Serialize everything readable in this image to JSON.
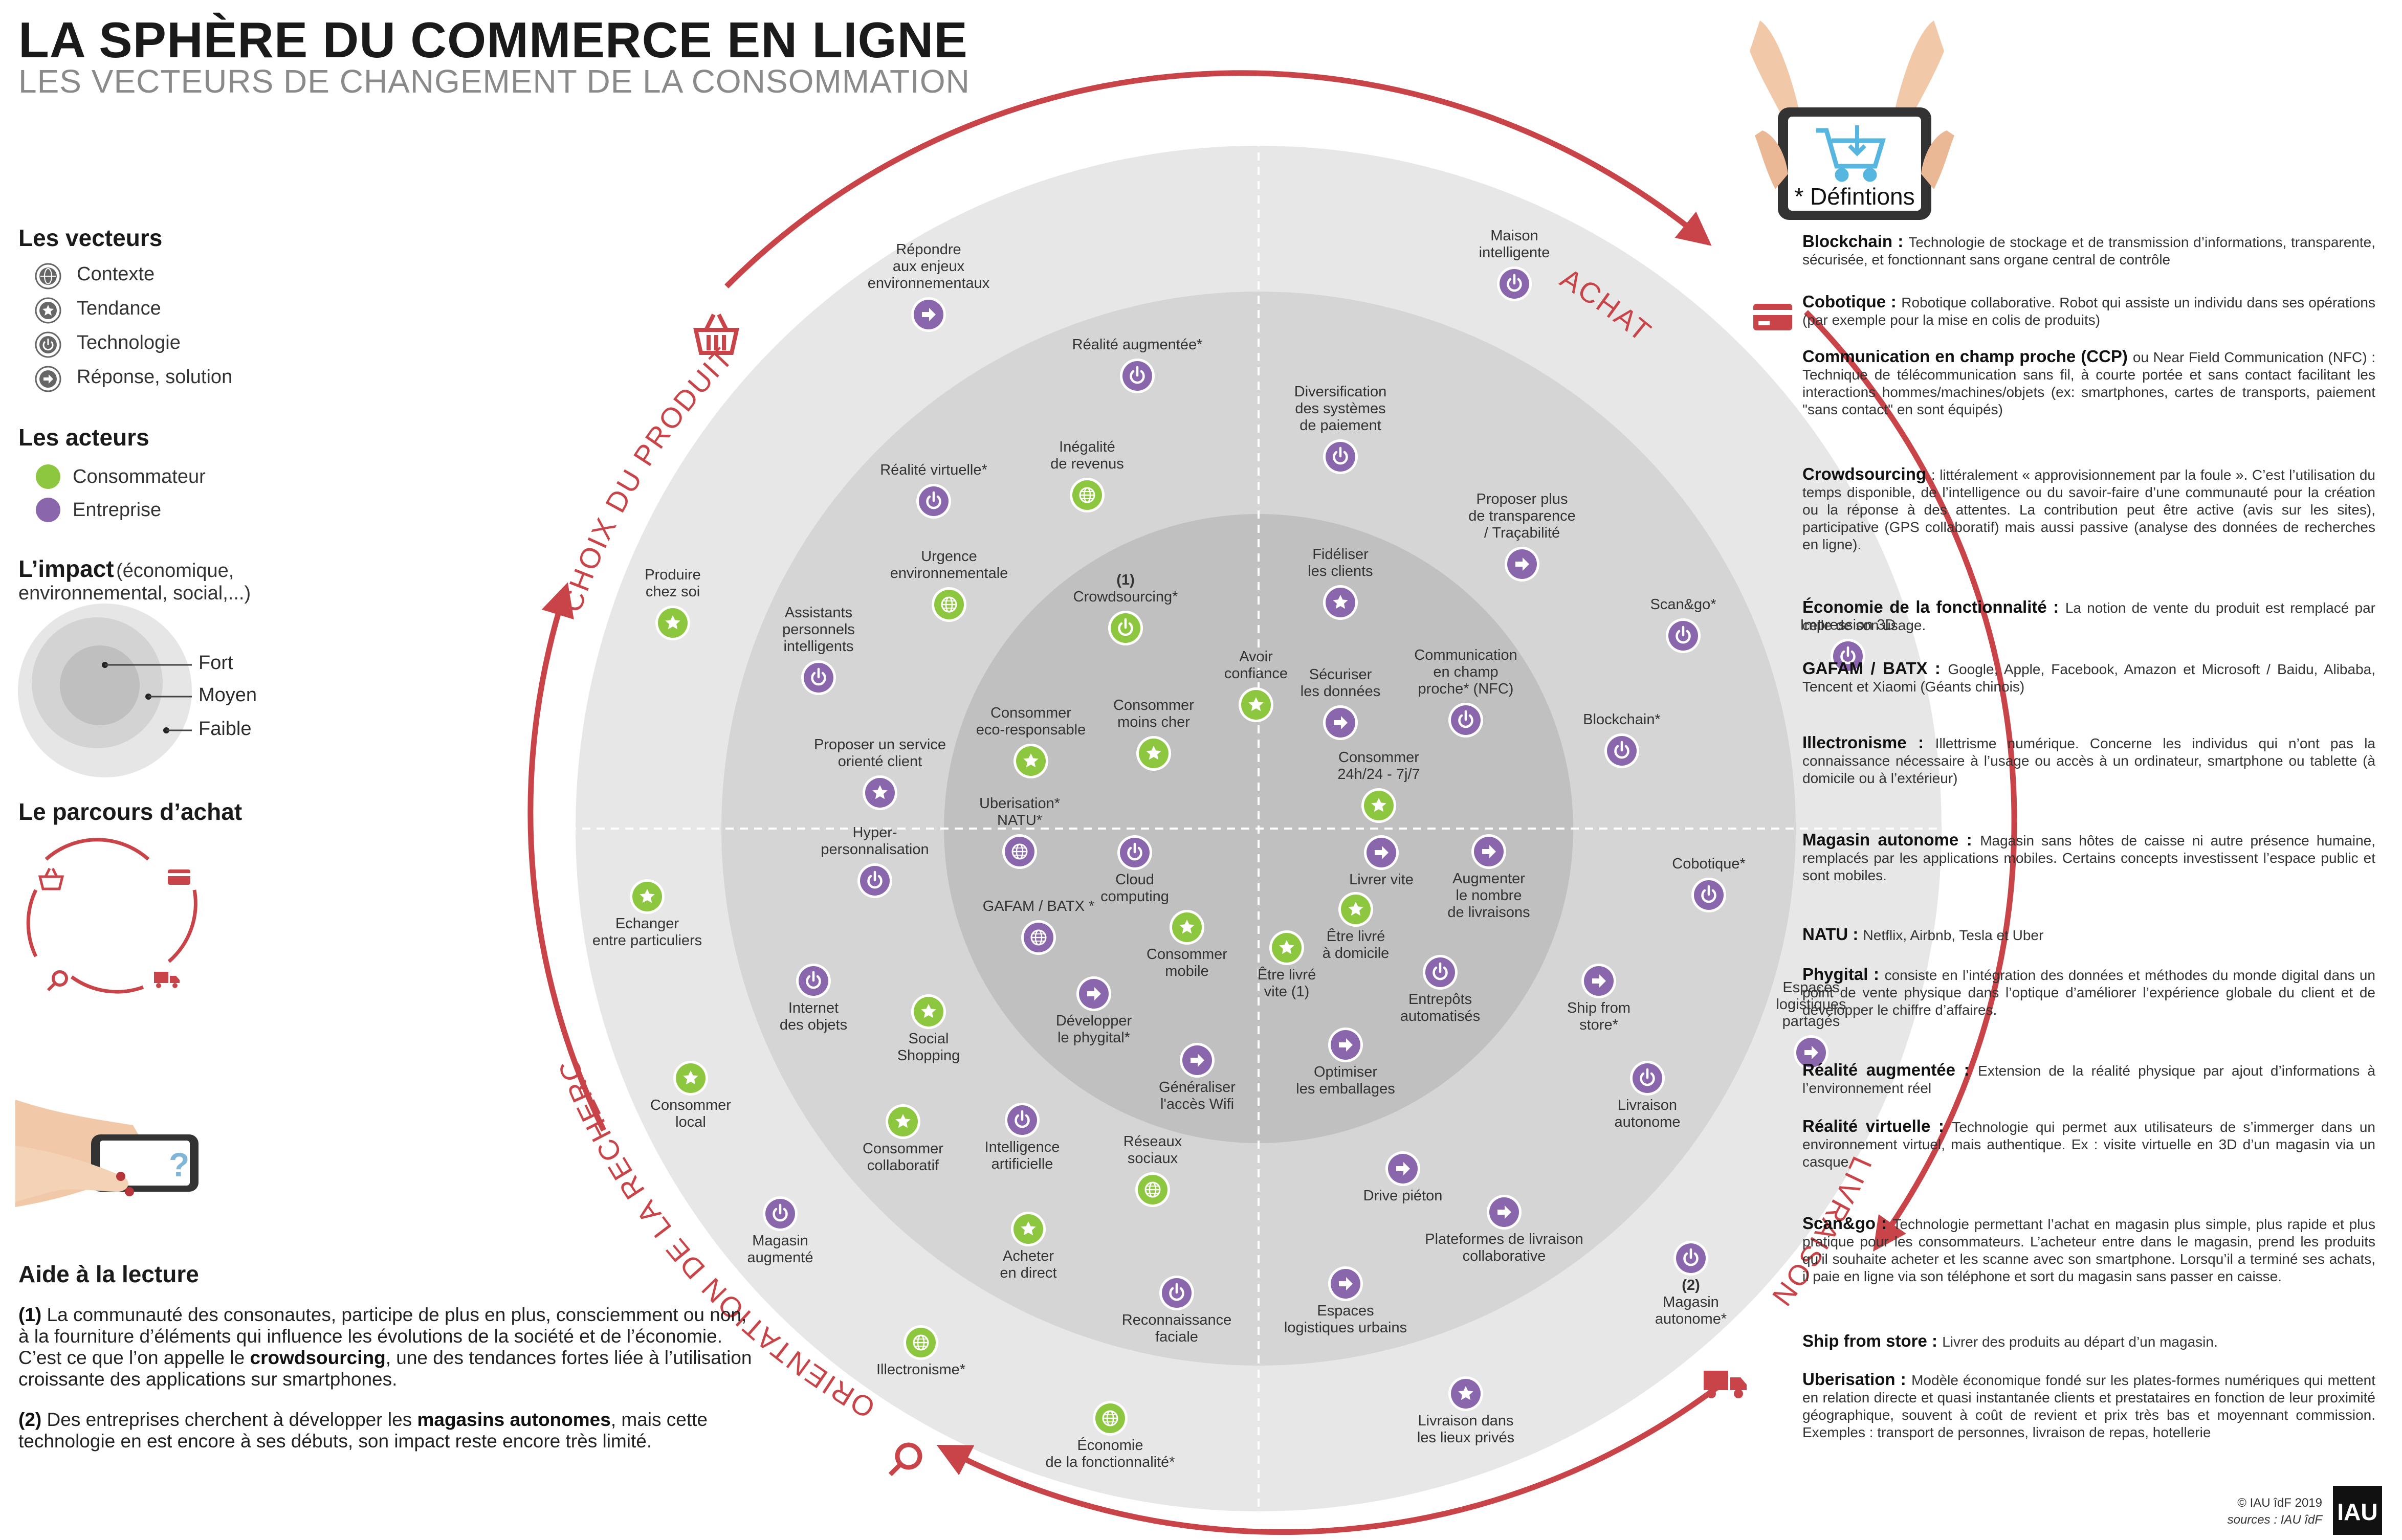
{
  "title": "LA SPHÈRE DU COMMERCE EN LIGNE",
  "subtitle": "LES VECTEURS DE CHANGEMENT DE LA CONSOMMATION",
  "legend": {
    "vecteurs_title": "Les vecteurs",
    "vecteurs": [
      {
        "label": "Contexte",
        "icon": "globe-icon"
      },
      {
        "label": "Tendance",
        "icon": "star-icon"
      },
      {
        "label": "Technologie",
        "icon": "power-icon"
      },
      {
        "label": "Réponse, solution",
        "icon": "arrow-right-icon"
      }
    ],
    "acteurs_title": "Les acteurs",
    "acteurs": [
      {
        "label": "Consommateur",
        "color": "#8dc63f"
      },
      {
        "label": "Entreprise",
        "color": "#8a67ad"
      }
    ],
    "impact_title": "L’impact",
    "impact_subtitle": "(économique, environnemental, social,...)",
    "impact_levels": [
      "Fort",
      "Moyen",
      "Faible"
    ],
    "parcours_title": "Le parcours d’achat"
  },
  "aide": {
    "title": "Aide à la lecture",
    "p1_marker": "(1)",
    "p1_a": "La communauté des consonautes, participe de plus en plus, consciemment ou non, à la fourniture d’éléments qui influence les évolutions de la société et de l’économie. C’est ce que l’on appelle le",
    "p1_bold": "crowdsourcing",
    "p1_b": ", une des tendances fortes liée à l’utilisation croissante des applications sur smartphones.",
    "p2_marker": "(2)",
    "p2_a": "Des entreprises cherchent à développer les",
    "p2_bold": "magasins autonomes",
    "p2_b": ", mais cette technologie en est encore à ses débuts, son impact reste encore très limité."
  },
  "stages": [
    "ACHAT",
    "LIVRAISON",
    "ORIENTATION DE LA RECHERCHE",
    "CHOIX DU PRODUIT"
  ],
  "colors": {
    "consumer": "#8dc63f",
    "company": "#8a67ad",
    "accent": "#c0392b",
    "ring_outer": "#e6e6e6",
    "ring_mid": "#d4d4d4",
    "ring_inner": "#bfbfbf"
  },
  "items": [
    {
      "label": "Répondre|aux enjeux|environnementaux",
      "actor": "company",
      "icon": "arrow"
    },
    {
      "label": "Maison|intelligente",
      "actor": "company",
      "icon": "power"
    },
    {
      "label": "Réalité augmentée*",
      "actor": "company",
      "icon": "power"
    },
    {
      "label": "Diversification|des systèmes|de paiement",
      "actor": "company",
      "icon": "power"
    },
    {
      "label": "Réalité virtuelle*",
      "actor": "company",
      "icon": "power"
    },
    {
      "label": "Inégalité|de revenus",
      "actor": "consumer",
      "icon": "globe"
    },
    {
      "label": "Proposer plus|de transparence|/ Traçabilité",
      "actor": "company",
      "icon": "arrow"
    },
    {
      "label": "Produire|chez soi",
      "actor": "consumer",
      "icon": "star"
    },
    {
      "label": "Urgence|environnementale",
      "actor": "consumer",
      "icon": "globe"
    },
    {
      "label": "(1)|Crowdsourcing*",
      "actor": "consumer",
      "icon": "power"
    },
    {
      "label": "Fidéliser|les clients",
      "actor": "company",
      "icon": "star"
    },
    {
      "label": "Scan&go*",
      "actor": "company",
      "icon": "power"
    },
    {
      "label": "Impression 3D",
      "actor": "company",
      "icon": "power"
    },
    {
      "label": "Assistants|personnels|intelligents",
      "actor": "company",
      "icon": "power"
    },
    {
      "label": "Avoir|confiance",
      "actor": "consumer",
      "icon": "star"
    },
    {
      "label": "Sécuriser|les données",
      "actor": "company",
      "icon": "arrow"
    },
    {
      "label": "Communication|en champ|proche* (NFC)",
      "actor": "company",
      "icon": "power"
    },
    {
      "label": "Consommer|eco-responsable",
      "actor": "consumer",
      "icon": "star"
    },
    {
      "label": "Consommer|moins cher",
      "actor": "consumer",
      "icon": "star"
    },
    {
      "label": "Blockchain*",
      "actor": "company",
      "icon": "power"
    },
    {
      "label": "Proposer un service|orienté client",
      "actor": "company",
      "icon": "star"
    },
    {
      "label": "Consommer|24h/24 - 7j/7",
      "actor": "consumer",
      "icon": "star"
    },
    {
      "label": "Uberisation*|NATU*",
      "actor": "company",
      "icon": "globe"
    },
    {
      "label": "Cloud|computing",
      "actor": "company",
      "icon": "power"
    },
    {
      "label": "Livrer vite",
      "actor": "company",
      "icon": "arrow"
    },
    {
      "label": "Augmenter|le nombre|de livraisons",
      "actor": "company",
      "icon": "arrow"
    },
    {
      "label": "Hyper-|personnalisation",
      "actor": "company",
      "icon": "power"
    },
    {
      "label": "Echanger|entre particuliers",
      "actor": "consumer",
      "icon": "star"
    },
    {
      "label": "Cobotique*",
      "actor": "company",
      "icon": "power"
    },
    {
      "label": "GAFAM / BATX *",
      "actor": "company",
      "icon": "globe"
    },
    {
      "label": "Consommer|mobile",
      "actor": "consumer",
      "icon": "star"
    },
    {
      "label": "Être livré|à domicile",
      "actor": "consumer",
      "icon": "star"
    },
    {
      "label": "Être livré|vite (1)",
      "actor": "consumer",
      "icon": "star"
    },
    {
      "label": "Entrepôts|automatisés",
      "actor": "company",
      "icon": "power"
    },
    {
      "label": "Internet|des objets",
      "actor": "company",
      "icon": "power"
    },
    {
      "label": "Social|Shopping",
      "actor": "consumer",
      "icon": "star"
    },
    {
      "label": "Développer|le phygital*",
      "actor": "company",
      "icon": "arrow"
    },
    {
      "label": "Ship from|store*",
      "actor": "company",
      "icon": "arrow"
    },
    {
      "label": "Consommer|local",
      "actor": "consumer",
      "icon": "star"
    },
    {
      "label": "Généraliser|l'accès Wifi",
      "actor": "company",
      "icon": "arrow"
    },
    {
      "label": "Optimiser|les emballages",
      "actor": "company",
      "icon": "arrow"
    },
    {
      "label": "Livraison|autonome",
      "actor": "company",
      "icon": "power"
    },
    {
      "label": "Espaces|logistiques|partagés",
      "actor": "company",
      "icon": "arrow"
    },
    {
      "label": "Consommer|collaboratif",
      "actor": "consumer",
      "icon": "star"
    },
    {
      "label": "Intelligence|artificielle",
      "actor": "company",
      "icon": "power"
    },
    {
      "label": "Réseaux|sociaux",
      "actor": "consumer",
      "icon": "globe"
    },
    {
      "label": "Drive piéton",
      "actor": "company",
      "icon": "arrow"
    },
    {
      "label": "Magasin|augmenté",
      "actor": "company",
      "icon": "power"
    },
    {
      "label": "Acheter|en direct",
      "actor": "consumer",
      "icon": "star"
    },
    {
      "label": "Plateformes de livraison|collaborative",
      "actor": "company",
      "icon": "arrow"
    },
    {
      "label": "(2)|Magasin|autonome*",
      "actor": "company",
      "icon": "power"
    },
    {
      "label": "Reconnaissance|faciale",
      "actor": "company",
      "icon": "power"
    },
    {
      "label": "Espaces|logistiques urbains",
      "actor": "company",
      "icon": "arrow"
    },
    {
      "label": "Illectronisme*",
      "actor": "consumer",
      "icon": "globe"
    },
    {
      "label": "Livraison dans|les lieux privés",
      "actor": "company",
      "icon": "star"
    },
    {
      "label": "Économie|de la fonctionnalité*",
      "actor": "consumer",
      "icon": "globe"
    }
  ],
  "definitions_title": "* Défintions",
  "definitions": [
    {
      "term": "Blockchain :",
      "text": "Technologie de stockage et de transmission d’informations, transparente, sécurisée, et fonctionnant sans organe central de contrôle"
    },
    {
      "term": "Cobotique :",
      "text": "Robotique collaborative. Robot qui assiste un individu dans ses opérations (par exemple pour la mise en colis de produits)"
    },
    {
      "term": "Communication en champ proche (CCP)",
      "text": "ou Near Field Communication (NFC) : Technique de télécommunication sans fil, à courte portée et sans contact facilitant les interactions hommes/machines/objets (ex: smartphones, cartes de transports, paiement \"sans contact\" en sont équipés)"
    },
    {
      "term": "Crowdsourcing",
      "text": ": littéralement « approvisionnement par la foule ». C’est l’utilisation du temps disponible, de l’intelligence ou du savoir-faire d’une communauté pour la création ou la réponse à des attentes. La contribution peut être active (avis sur les sites), participative (GPS collaboratif) mais aussi passive (analyse des données de recherches en ligne)."
    },
    {
      "term": "Économie de la fonctionnalité :",
      "text": "La notion de vente du produit est remplacé par celle de son usage."
    },
    {
      "term": "GAFAM / BATX :",
      "text": "Google, Apple, Facebook, Amazon et Microsoft / Baidu, Alibaba, Tencent et Xiaomi (Géants chinois)"
    },
    {
      "term": "Illectronisme :",
      "text": "Illettrisme numérique. Concerne les individus qui n’ont pas la connaissance nécessaire à l’usage ou accès à un ordinateur, smartphone ou tablette (à domicile ou à l’extérieur)"
    },
    {
      "term": "Magasin autonome :",
      "text": "Magasin sans hôtes de caisse ni autre présence humaine, remplacés par les applications mobiles. Certains concepts investissent l’espace public et sont mobiles."
    },
    {
      "term": "NATU :",
      "text": "Netflix, Airbnb, Tesla et Uber"
    },
    {
      "term": "Phygital :",
      "text": "consiste en l’intégration des données et méthodes du monde digital dans un point de vente physique dans l’optique d’améliorer l’expérience globale du client et de développer le chiffre d’affaires."
    },
    {
      "term": "Réalité augmentée :",
      "text": "Extension de la réalité physique par ajout d’informations à l’environnement réel"
    },
    {
      "term": "Réalité virtuelle :",
      "text": "Technologie qui permet aux utilisateurs de s’immerger dans un environnement virtuel, mais authentique. Ex : visite virtuelle en 3D d’un magasin via un casque"
    },
    {
      "term": "Scan&go :",
      "text": "Technologie permettant l’achat en magasin plus simple, plus rapide et plus pratique pour les consommateurs. L’acheteur entre dans le magasin, prend les produits qu’il souhaite acheter et les scanne avec son smartphone. Lorsqu’il a terminé ses achats, il paie en ligne via son téléphone et sort du magasin sans passer en caisse."
    },
    {
      "term": "Ship from store :",
      "text": "Livrer des produits au départ d’un magasin."
    },
    {
      "term": "Uberisation :",
      "text": "Modèle économique fondé sur les plates-formes numériques qui mettent en relation directe et quasi instantanée clients et prestataires en fonction de leur proximité géographique, souvent à coût de revient et prix très bas et moyennant commission. Exemples : transport de personnes, livraison de repas, hotellerie"
    }
  ],
  "footer": {
    "copyright": "© IAU îdF 2019",
    "sources": "sources : IAU îdF",
    "logo": "IAU"
  }
}
